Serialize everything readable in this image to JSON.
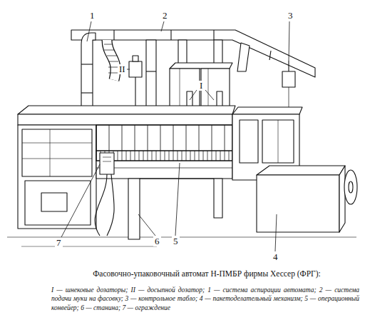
{
  "diagram": {
    "caption": "Фасовочно-упаковочный автомат Н-ПМБР фирмы Хессер (ФРГ):",
    "labels": [
      "1",
      "2",
      "3",
      "II",
      "I",
      "7",
      "6",
      "5",
      "4",
      "I — шнековые дозаторы; II — досыпной дозатор; 1 — система аспирации автомата; 2 — система подачи муки на фасовку; 3 — контрольное табло; 4 — пакетоделательный механизм; 5 — операционный конвейер; 6 — станина; 7 — ограждение"
    ]
  }
}
